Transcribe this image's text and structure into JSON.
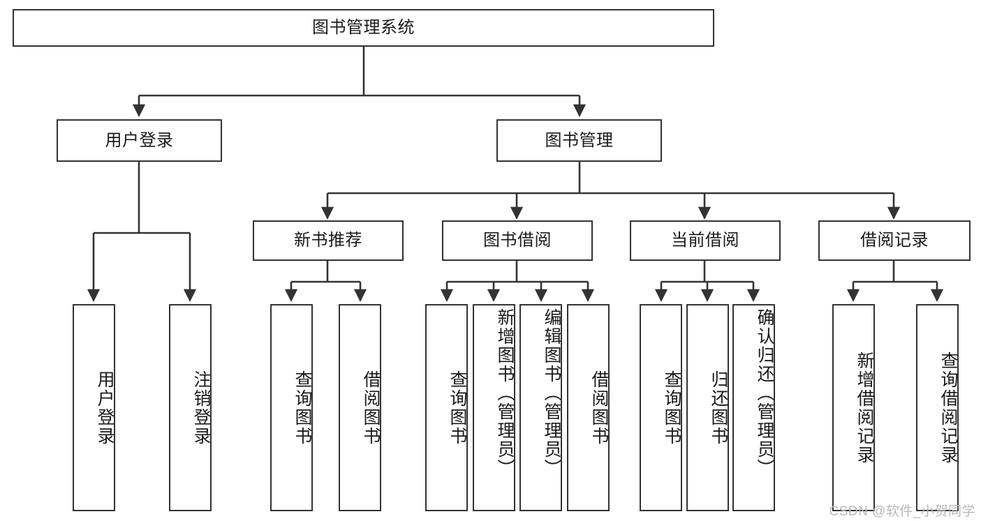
{
  "diagram": {
    "title": "图书管理系统",
    "watermark": "CSDN @软件_小贺同学",
    "colors": {
      "stroke": "#333333",
      "box_fill": "#ffffff",
      "text": "#1a1a1a",
      "watermark": "#b8b8b8",
      "background": "#ffffff"
    },
    "root": {
      "label": "图书管理系统"
    },
    "level2": [
      {
        "label": "用户登录"
      },
      {
        "label": "图书管理"
      }
    ],
    "level3": [
      {
        "label": "新书推荐"
      },
      {
        "label": "图书借阅"
      },
      {
        "label": "当前借阅"
      },
      {
        "label": "借阅记录"
      }
    ],
    "leaves": {
      "user_login": [
        {
          "label": "用户登录"
        },
        {
          "label": "注销登录"
        }
      ],
      "new_book": [
        {
          "label": "查询图书"
        },
        {
          "label": "借阅图书"
        }
      ],
      "book_borrow": [
        {
          "label": "查询图书"
        },
        {
          "label": "新增图书（管理员）"
        },
        {
          "label": "编辑图书（管理员）"
        },
        {
          "label": "借阅图书"
        }
      ],
      "current_borrow": [
        {
          "label": "查询图书"
        },
        {
          "label": "归还图书"
        },
        {
          "label": "确认归还（管理员）"
        }
      ],
      "borrow_record": [
        {
          "label": "新增借阅记录"
        },
        {
          "label": "查询借阅记录"
        }
      ]
    }
  }
}
